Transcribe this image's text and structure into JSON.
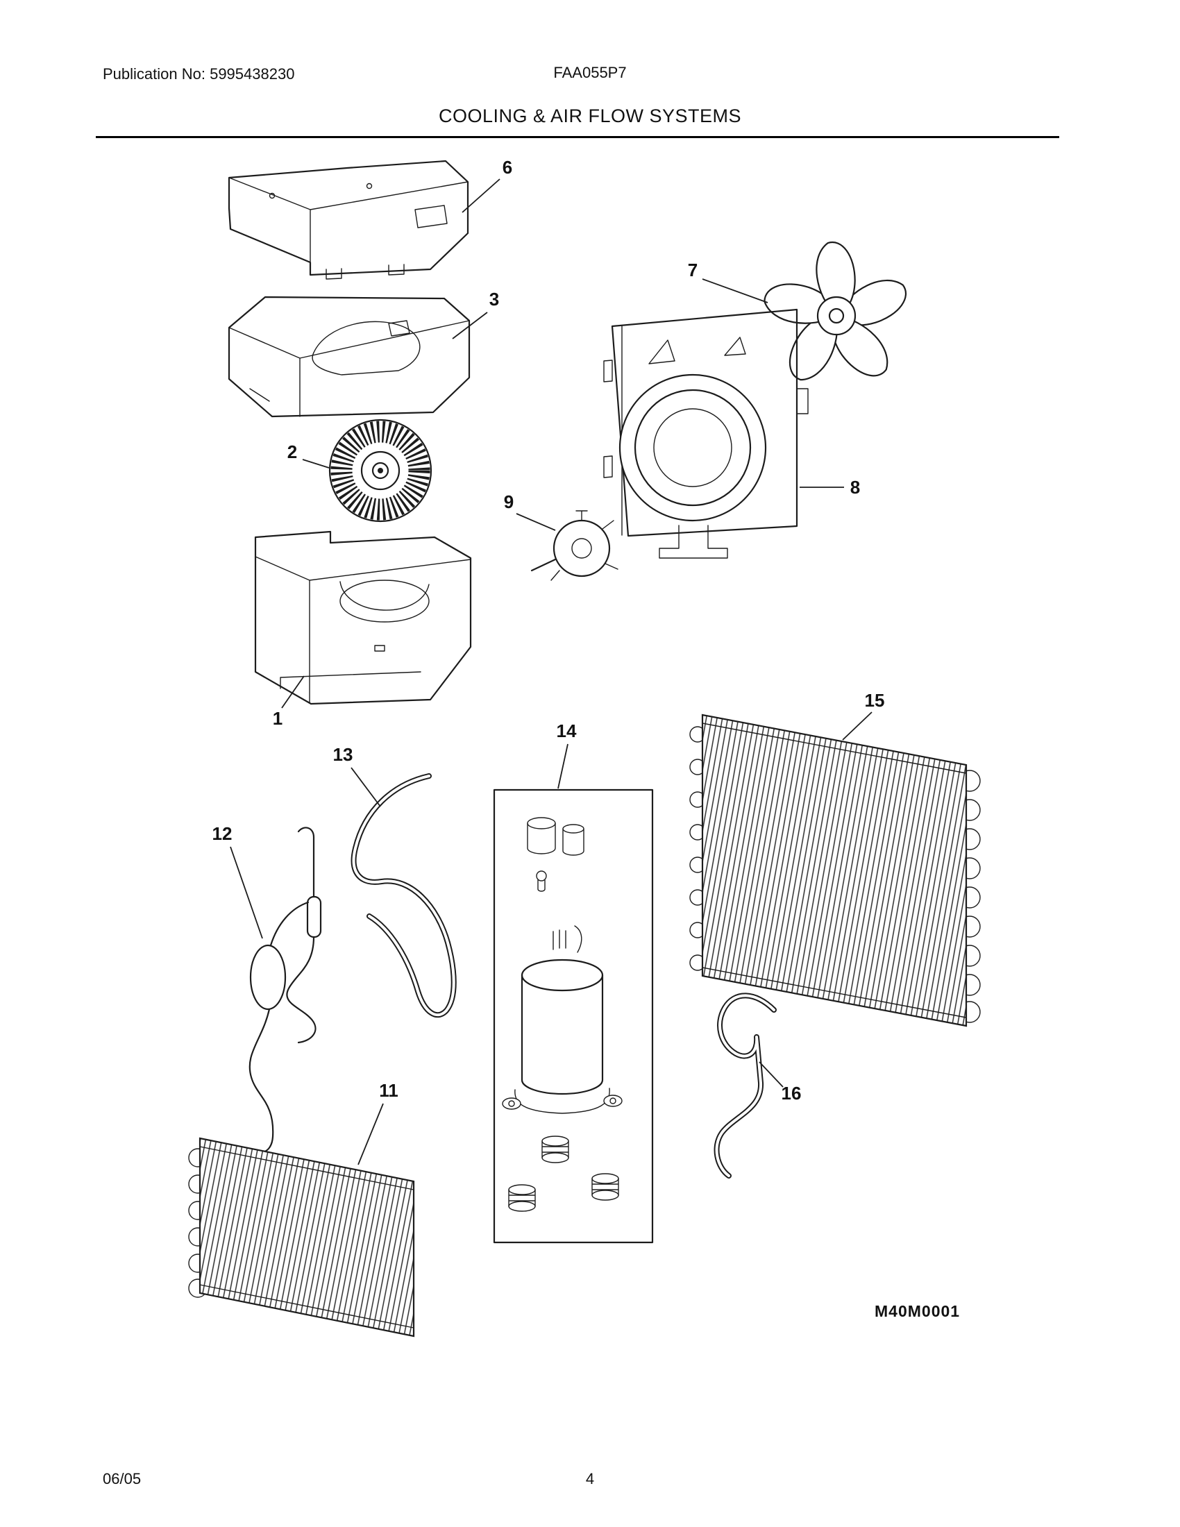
{
  "header": {
    "publication": "Publication No: 5995438230",
    "model": "FAA055P7",
    "title": "COOLING & AIR FLOW SYSTEMS"
  },
  "diagram": {
    "code": "M40M0001",
    "callouts": {
      "c1": "1",
      "c2": "2",
      "c3": "3",
      "c6": "6",
      "c7": "7",
      "c8": "8",
      "c9": "9",
      "c11": "11",
      "c12": "12",
      "c13": "13",
      "c14": "14",
      "c15": "15",
      "c16": "16"
    }
  },
  "footer": {
    "date": "06/05",
    "page": "4"
  }
}
